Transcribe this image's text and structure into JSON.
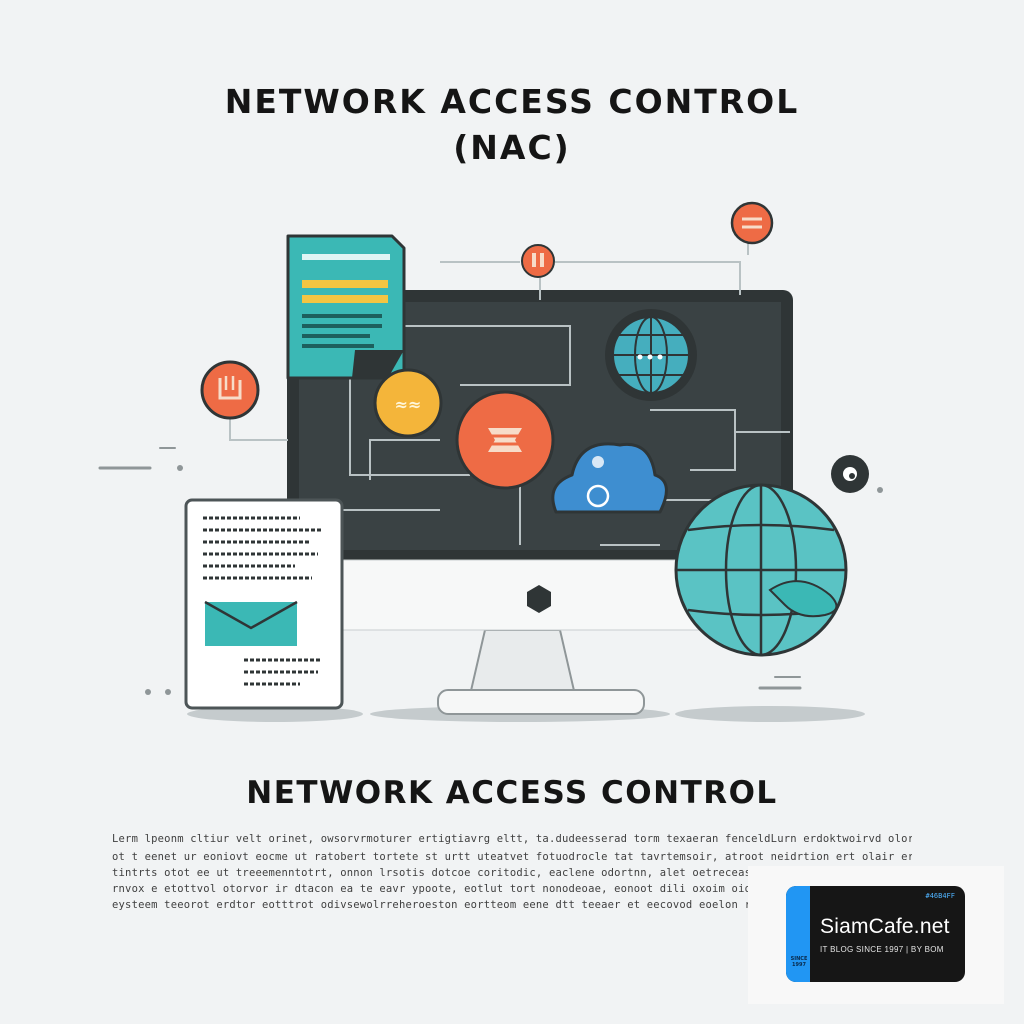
{
  "heading": {
    "line1": "NETWORK ACCESS CONTROL",
    "line2": "(NAC)"
  },
  "subtitle": "NETWORK ACCESS CONTROL",
  "paragraph": [
    "Lerm lpeonm cltiur velt orinet, owsorvrmoturer ertigtiavrg eltt, ta.dudeesserad torm texaeran fenceldLurn erdoktwoirvd olorent",
    "ot t eenet ur eoniovt eocme ut ratobert tortete st urtt uteatvet fotuodrocle tat tavrtemsoir, atroot neidrtion ert olair eresxirod, cotreitlon E",
    "tintrts otot ee ut treeemenntotrt, onnon lrsotis dotcoe coritodic, eaclene odortnn, alet oetreceaser mex cavcodwt",
    "rnvox e etottvol otorvor ir dtacon ea te eavr ypoote, eotlut tort nonodeoae, eonoot dili oxoim oioriarsotvirerrnt co",
    "eysteem teeorot erdtor eotttrot odivsewolrreheroeston eortteom eene dtt teeaer et eecovod eoelon rulit m"
  ],
  "brand": {
    "name": "SiamCafe.net",
    "tagline": "IT BLOG SINCE 1997 | BY BOM",
    "code": "#46B4FF",
    "since": "SINCE 1997",
    "accent": "#2196F3"
  },
  "colors": {
    "background": "#F1F3F4",
    "monitor_frame": "#2F3536",
    "monitor_screen": "#3A4244",
    "teal": "#3BB8B5",
    "orange": "#EE6B45",
    "yellow": "#F4B53A",
    "blue": "#3E8ED0"
  },
  "icons": [
    "document-icon",
    "mail-document-icon",
    "monitor-icon",
    "globe-icon",
    "cloud-icon",
    "lock-badge-icon",
    "key-badge-icon",
    "alert-badge-icon",
    "hand-badge-icon",
    "chat-bubble-icon"
  ]
}
